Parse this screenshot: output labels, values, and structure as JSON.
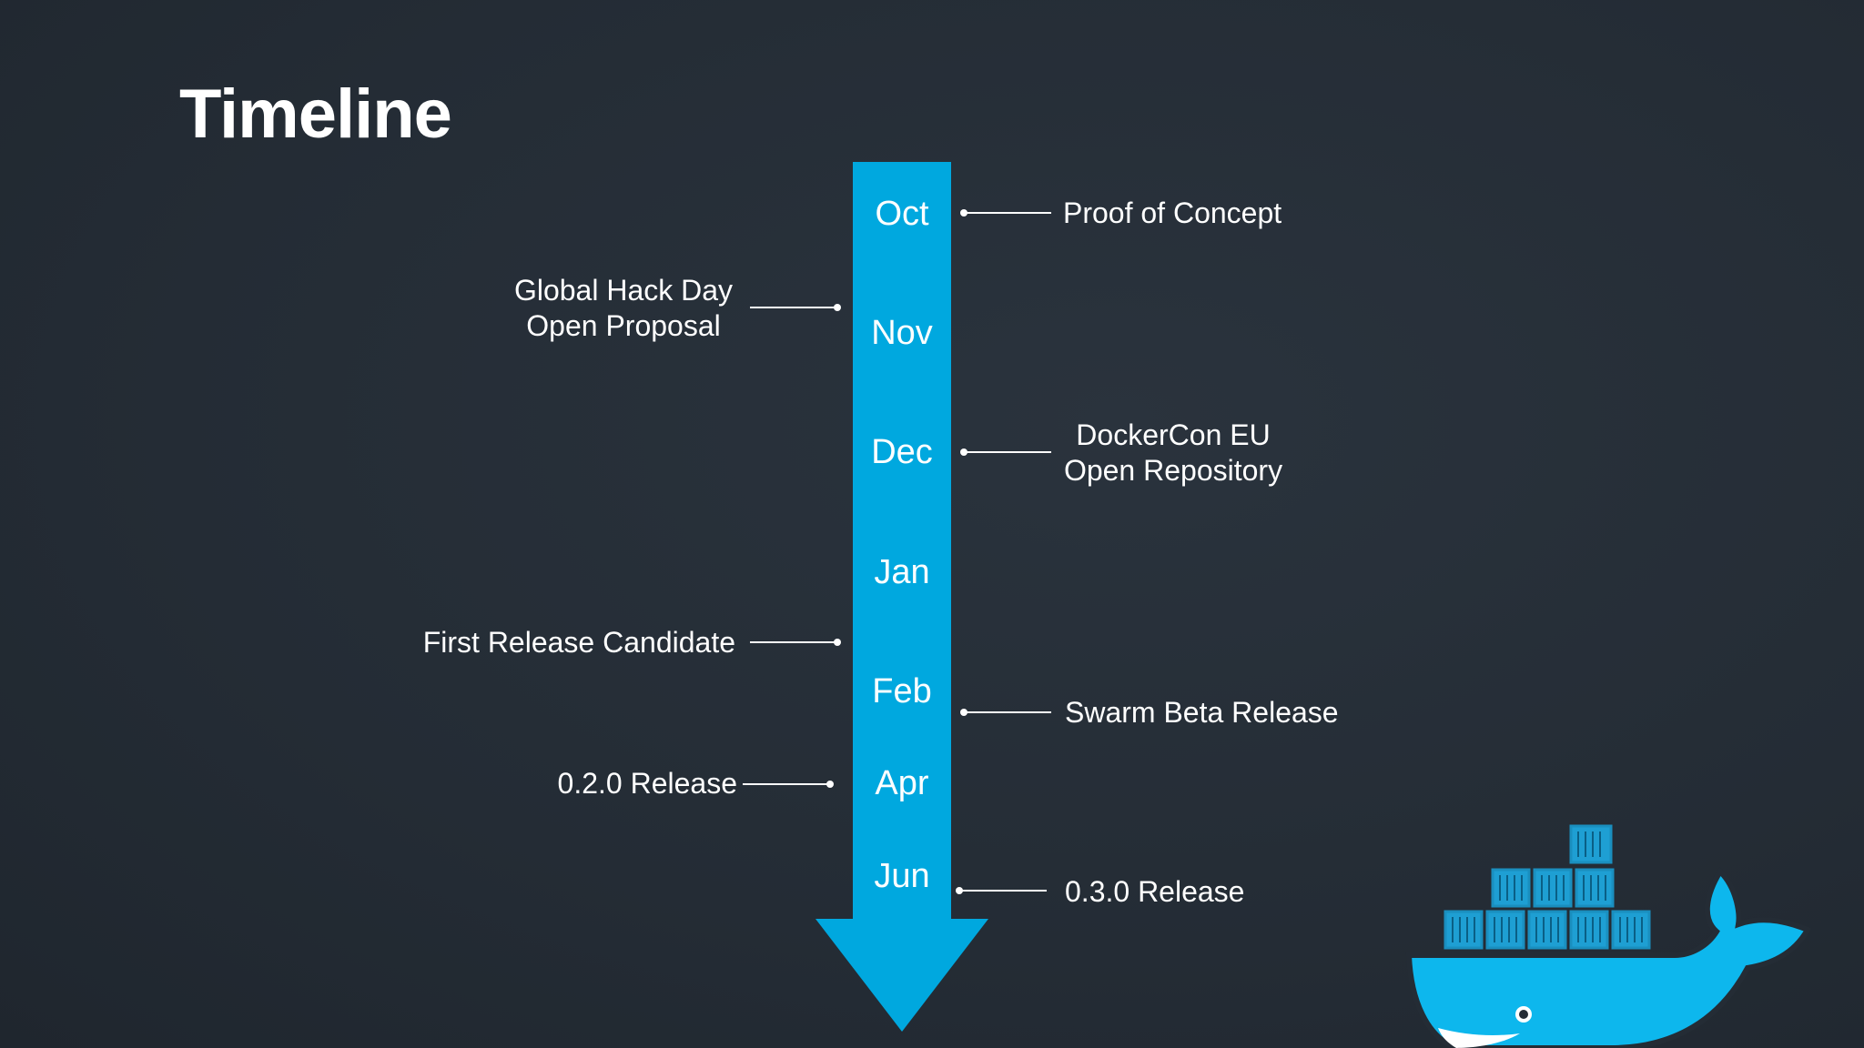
{
  "title": "Timeline",
  "months": [
    "Oct",
    "Nov",
    "Dec",
    "Jan",
    "Feb",
    "Apr",
    "Jun"
  ],
  "events_right": [
    {
      "lines": [
        "Proof of Concept"
      ]
    },
    {
      "lines": [
        "DockerCon EU",
        "Open Repository"
      ]
    },
    {
      "lines": [
        "Swarm Beta Release"
      ]
    },
    {
      "lines": [
        "0.3.0 Release"
      ]
    }
  ],
  "events_left": [
    {
      "lines": [
        "Global Hack Day",
        "Open Proposal"
      ]
    },
    {
      "lines": [
        "First Release Candidate"
      ]
    },
    {
      "lines": [
        "0.2.0 Release"
      ]
    }
  ],
  "colors": {
    "arrow": "#00a8df",
    "background": "#262e37",
    "whale": "#0db7ed",
    "container": "#1a8fbf"
  },
  "icons": {
    "logo": "docker-whale-icon"
  }
}
